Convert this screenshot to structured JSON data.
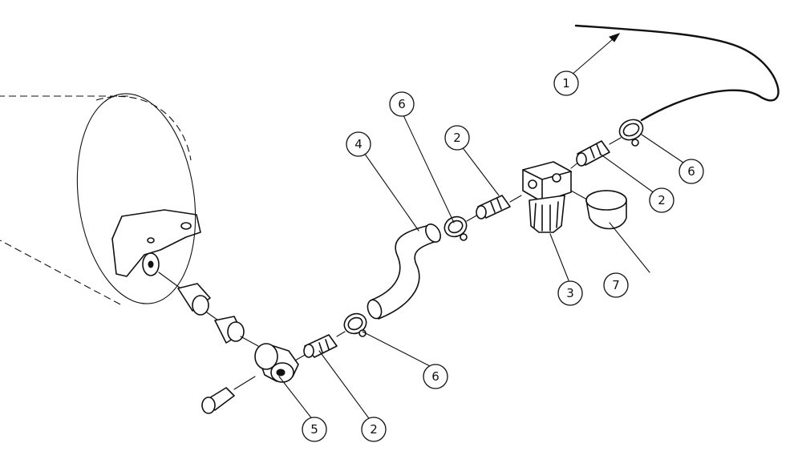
{
  "diagram": {
    "callouts": [
      {
        "id": "c1",
        "number": "1"
      },
      {
        "id": "c2a",
        "number": "2"
      },
      {
        "id": "c2b",
        "number": "2"
      },
      {
        "id": "c2c",
        "number": "2"
      },
      {
        "id": "c3",
        "number": "3"
      },
      {
        "id": "c4",
        "number": "4"
      },
      {
        "id": "c5",
        "number": "5"
      },
      {
        "id": "c6a",
        "number": "6"
      },
      {
        "id": "c6b",
        "number": "6"
      },
      {
        "id": "c6c",
        "number": "6"
      },
      {
        "id": "c7",
        "number": "7"
      }
    ]
  }
}
